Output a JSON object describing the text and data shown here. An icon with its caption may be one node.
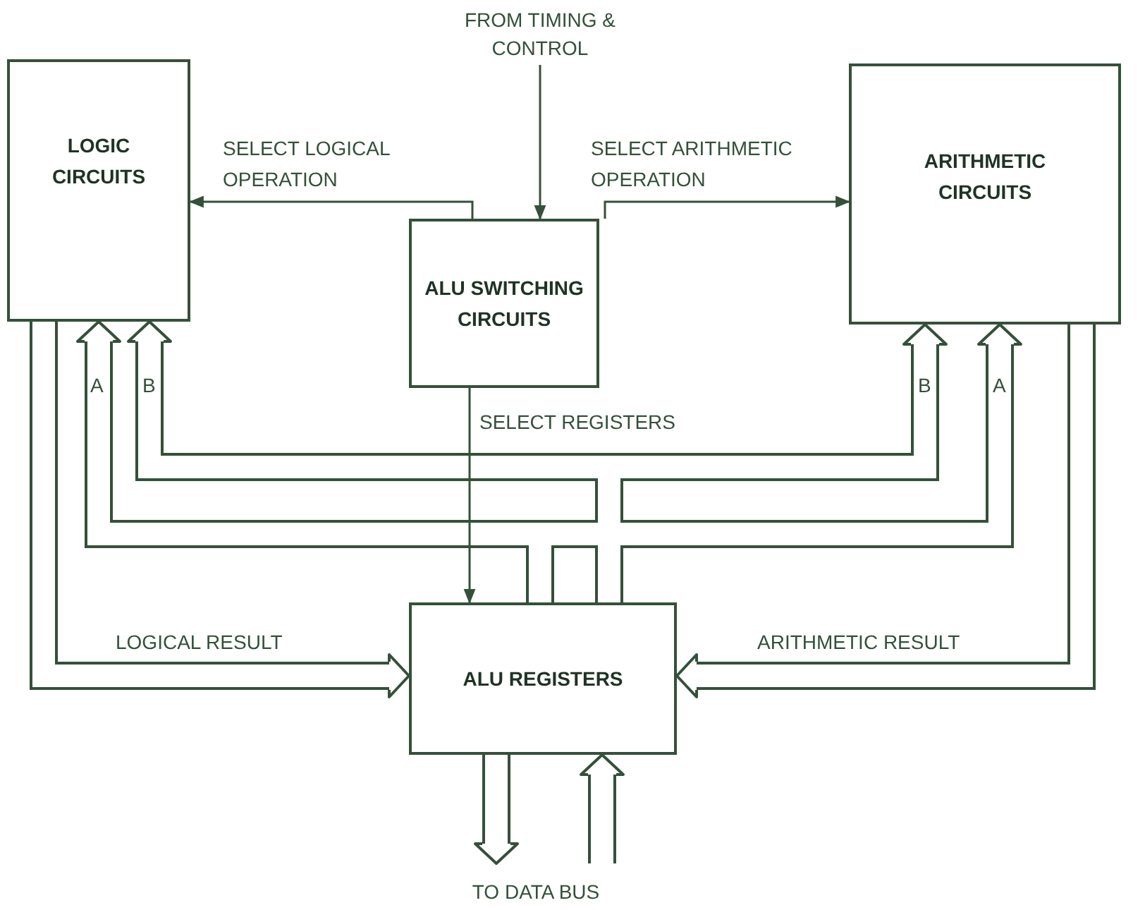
{
  "diagram": {
    "nodes": [
      {
        "text": [
          "LOGIC CIRCUITS"
        ]
      },
      {
        "text": [
          "ALU SWITCHING CIRCUITS"
        ]
      },
      {
        "text": [
          "ARITHMETIC CIRCUITS"
        ]
      },
      {
        "text": [
          "ALU REGISTERS"
        ]
      },
      {
        "text": [
          "FROM TIMING & CONTROL"
        ]
      },
      {
        "text": [
          "TO DATA BUS"
        ]
      }
    ],
    "edges": [
      {
        "from": 4,
        "to": 1,
        "arrow": "to"
      },
      {
        "from": 1,
        "to": 0,
        "arrow": "to",
        "label": "SELECT LOGICAL OPERATION"
      },
      {
        "from": 1,
        "to": 2,
        "arrow": "to",
        "label": "SELECT ARITHMETIC OPERATION"
      },
      {
        "from": 1,
        "to": 3,
        "arrow": "to",
        "label": "SELECT REGISTERS"
      },
      {
        "from": 3,
        "to": 0,
        "arrow": "to",
        "label": "A"
      },
      {
        "from": 3,
        "to": 0,
        "arrow": "to",
        "label": "B"
      },
      {
        "from": 3,
        "to": 2,
        "arrow": "to",
        "label": "B"
      },
      {
        "from": 3,
        "to": 2,
        "arrow": "to",
        "label": "A"
      },
      {
        "from": 0,
        "to": 3,
        "arrow": "to",
        "label": "LOGICAL RESULT"
      },
      {
        "from": 2,
        "to": 3,
        "arrow": "to",
        "label": "ARITHMETIC RESULT"
      },
      {
        "from": 3,
        "to": 5,
        "arrow": "to"
      },
      {
        "from": 5,
        "to": 3,
        "arrow": "to"
      }
    ]
  }
}
